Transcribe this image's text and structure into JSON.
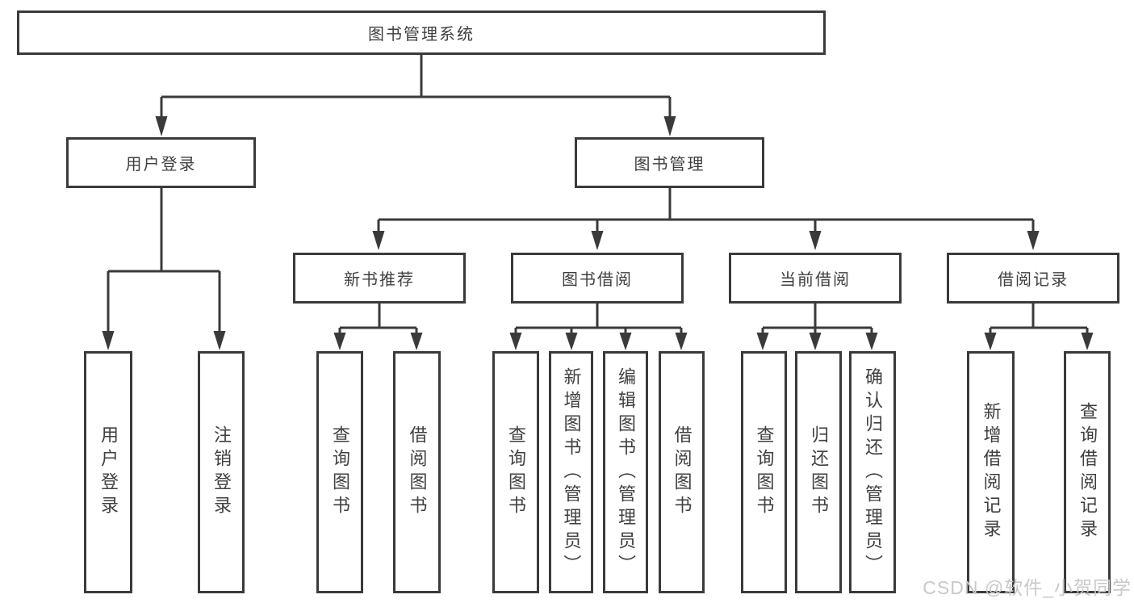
{
  "diagram": {
    "title": "图书管理系统",
    "level2": {
      "user_login": "用户登录",
      "book_management": "图书管理"
    },
    "level3": {
      "new_books": "新书推荐",
      "book_borrow": "图书借阅",
      "current_borrow": "当前借阅",
      "borrow_records": "借阅记录"
    },
    "leaves": {
      "user_login": "用户登录",
      "logout": "注销登录",
      "nb_query_books": "查询图书",
      "nb_borrow_books": "借阅图书",
      "bb_query_books": "查询图书",
      "bb_add_books": "新增图书（管理员）",
      "bb_edit_books": "编辑图书（管理员）",
      "bb_borrow_books": "借阅图书",
      "cb_query_books": "查询图书",
      "cb_return_books": "归还图书",
      "cb_confirm_return": "确认归还（管理员）",
      "br_add_record": "新增借阅记录",
      "br_query_record": "查询借阅记录"
    },
    "watermark": "CSDN @软件_小贺同学",
    "colors": {
      "line": "#3a3a3a",
      "text": "#3f3f3f",
      "watermark": "#c9c9c9",
      "background": "#ffffff"
    }
  }
}
